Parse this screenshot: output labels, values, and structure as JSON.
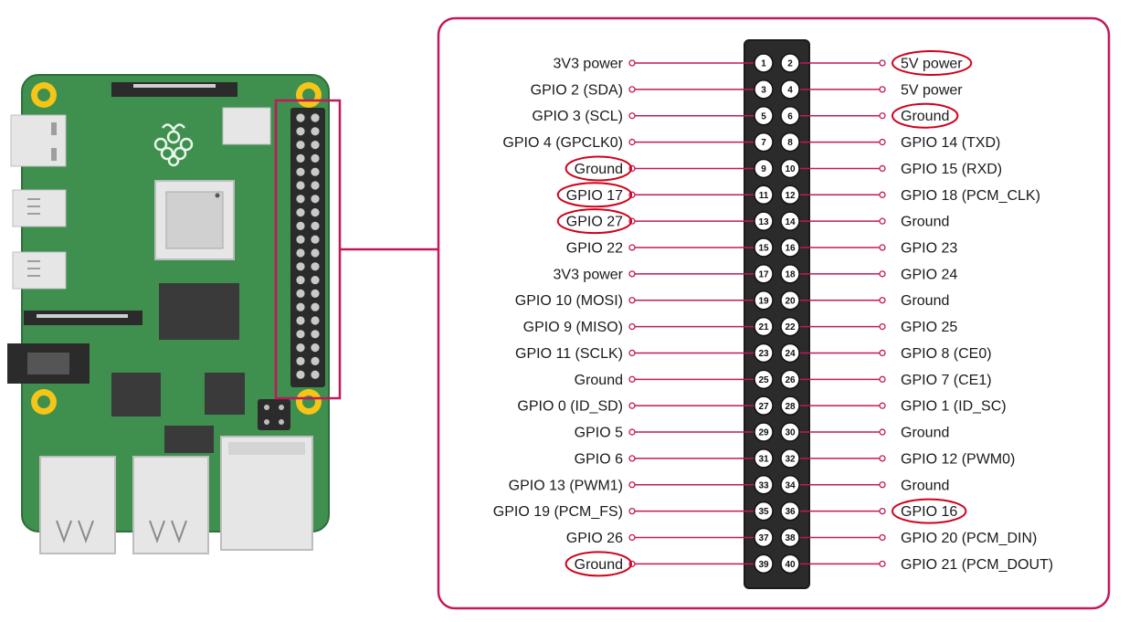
{
  "pins_left": [
    {
      "num": "1",
      "label": "3V3 power",
      "highlight": false
    },
    {
      "num": "3",
      "label": "GPIO 2 (SDA)",
      "highlight": false
    },
    {
      "num": "5",
      "label": "GPIO 3 (SCL)",
      "highlight": false
    },
    {
      "num": "7",
      "label": "GPIO 4 (GPCLK0)",
      "highlight": false
    },
    {
      "num": "9",
      "label": "Ground",
      "highlight": true
    },
    {
      "num": "11",
      "label": "GPIO 17",
      "highlight": true
    },
    {
      "num": "13",
      "label": "GPIO 27",
      "highlight": true
    },
    {
      "num": "15",
      "label": "GPIO 22",
      "highlight": false
    },
    {
      "num": "17",
      "label": "3V3 power",
      "highlight": false
    },
    {
      "num": "19",
      "label": "GPIO 10 (MOSI)",
      "highlight": false
    },
    {
      "num": "21",
      "label": "GPIO 9 (MISO)",
      "highlight": false
    },
    {
      "num": "23",
      "label": "GPIO 11 (SCLK)",
      "highlight": false
    },
    {
      "num": "25",
      "label": "Ground",
      "highlight": false
    },
    {
      "num": "27",
      "label": "GPIO 0 (ID_SD)",
      "highlight": false
    },
    {
      "num": "29",
      "label": "GPIO 5",
      "highlight": false
    },
    {
      "num": "31",
      "label": "GPIO 6",
      "highlight": false
    },
    {
      "num": "33",
      "label": "GPIO 13 (PWM1)",
      "highlight": false
    },
    {
      "num": "35",
      "label": "GPIO 19 (PCM_FS)",
      "highlight": false
    },
    {
      "num": "37",
      "label": "GPIO 26",
      "highlight": false
    },
    {
      "num": "39",
      "label": "Ground",
      "highlight": true
    }
  ],
  "pins_right": [
    {
      "num": "2",
      "label": "5V power",
      "highlight": true
    },
    {
      "num": "4",
      "label": "5V power",
      "highlight": false
    },
    {
      "num": "6",
      "label": "Ground",
      "highlight": true
    },
    {
      "num": "8",
      "label": "GPIO 14 (TXD)",
      "highlight": false
    },
    {
      "num": "10",
      "label": "GPIO 15 (RXD)",
      "highlight": false
    },
    {
      "num": "12",
      "label": "GPIO 18 (PCM_CLK)",
      "highlight": false
    },
    {
      "num": "14",
      "label": "Ground",
      "highlight": false
    },
    {
      "num": "16",
      "label": "GPIO 23",
      "highlight": false
    },
    {
      "num": "18",
      "label": "GPIO 24",
      "highlight": false
    },
    {
      "num": "20",
      "label": "Ground",
      "highlight": false
    },
    {
      "num": "22",
      "label": "GPIO 25",
      "highlight": false
    },
    {
      "num": "24",
      "label": "GPIO 8 (CE0)",
      "highlight": false
    },
    {
      "num": "26",
      "label": "GPIO 7 (CE1)",
      "highlight": false
    },
    {
      "num": "28",
      "label": "GPIO 1 (ID_SC)",
      "highlight": false
    },
    {
      "num": "30",
      "label": "Ground",
      "highlight": false
    },
    {
      "num": "32",
      "label": "GPIO 12 (PWM0)",
      "highlight": false
    },
    {
      "num": "34",
      "label": "Ground",
      "highlight": false
    },
    {
      "num": "36",
      "label": "GPIO 16",
      "highlight": true
    },
    {
      "num": "38",
      "label": "GPIO 20 (PCM_DIN)",
      "highlight": false
    },
    {
      "num": "40",
      "label": "GPIO 21 (PCM_DOUT)",
      "highlight": false
    }
  ],
  "colors": {
    "frame": "#c2185b",
    "wire": "#c2185b",
    "highlight": "#d0021b",
    "board": "#3f8f4f",
    "board_edge": "#2f6e3c",
    "header": "#2b2b2b",
    "mount_hole": "#f5c518"
  }
}
